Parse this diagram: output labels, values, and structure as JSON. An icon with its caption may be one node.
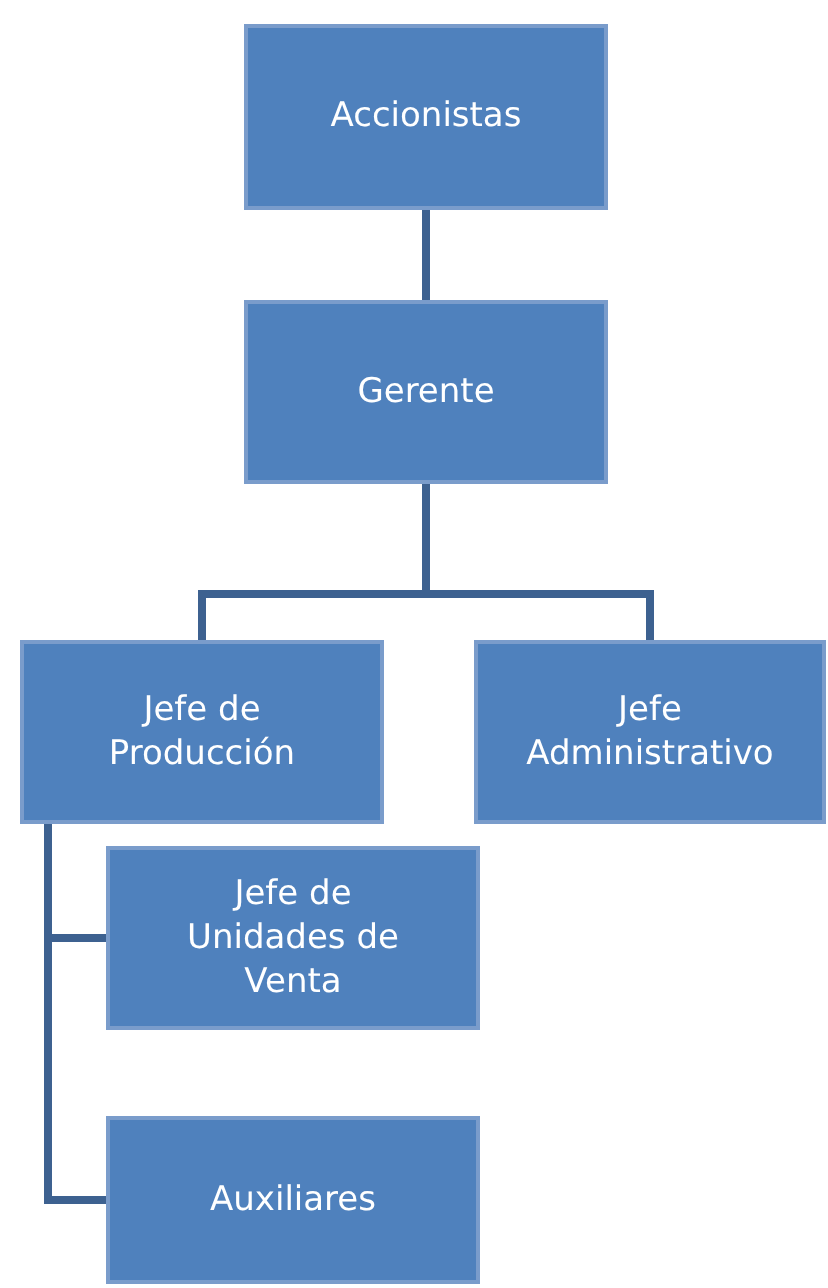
{
  "diagram": {
    "nodes": [
      {
        "text": [
          "Accionistas"
        ]
      },
      {
        "text": [
          "Gerente"
        ]
      },
      {
        "text": [
          "Jefe de Producción"
        ]
      },
      {
        "text": [
          "Jefe Administrativo"
        ]
      },
      {
        "text": [
          "Jefe de Unidades de Venta"
        ]
      },
      {
        "text": [
          "Auxiliares"
        ]
      }
    ],
    "edges": [
      {
        "from": 0,
        "to": 1,
        "arrow": "none"
      },
      {
        "from": 1,
        "to": 2,
        "arrow": "none"
      },
      {
        "from": 1,
        "to": 3,
        "arrow": "none"
      },
      {
        "from": 2,
        "to": 4,
        "arrow": "none"
      },
      {
        "from": 2,
        "to": 5,
        "arrow": "none"
      }
    ]
  }
}
